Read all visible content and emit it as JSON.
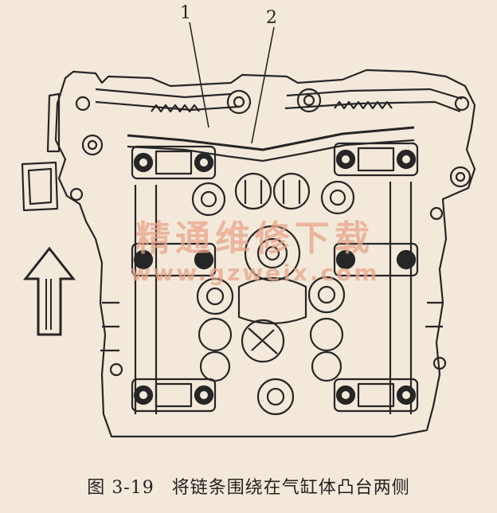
{
  "figure": {
    "callouts": [
      "1",
      "2"
    ],
    "arrow_icon": "up-arrow-icon",
    "watermark": {
      "text": "精通维修下载",
      "url": "www.gzweix.com",
      "color": "#e9a48a"
    },
    "line_color": "#262626",
    "paper_color": "#f3e9da"
  },
  "caption": {
    "label": "图",
    "number": "3-19",
    "text": "将链条围绕在气缸体凸台两侧"
  }
}
